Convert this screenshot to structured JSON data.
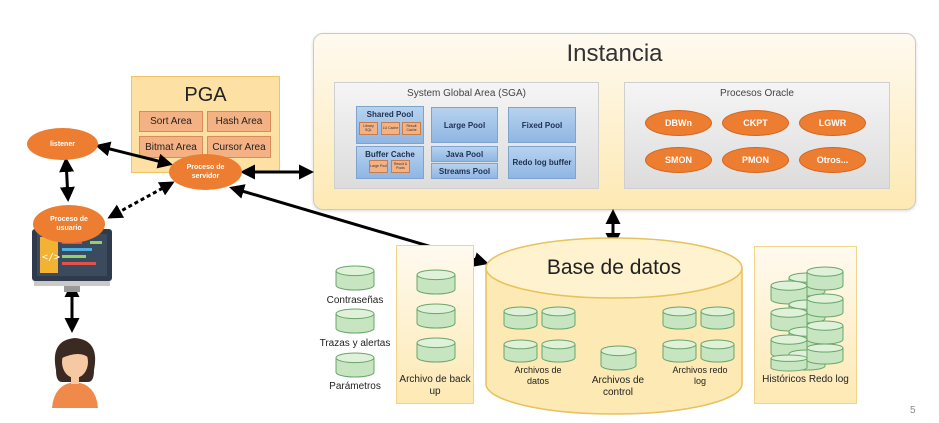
{
  "instancia": {
    "title": "Instancia"
  },
  "sga": {
    "title": "System Global Area (SGA)",
    "shared_pool": "Shared Pool",
    "shared_pool_sub": [
      "Library SQL",
      "LU Cache",
      "Result Cache"
    ],
    "buffer_cache": "Buffer Cache",
    "buffer_cache_sub": [
      "Large Pool",
      "Result & Pools"
    ],
    "large_pool": "Large Pool",
    "fixed_pool": "Fixed Pool",
    "java_pool": "Java Pool",
    "streams_pool": "Streams Pool",
    "redo_log_buffer": "Redo log buffer"
  },
  "procesos": {
    "title": "Procesos Oracle",
    "items": [
      "DBWn",
      "CKPT",
      "LGWR",
      "SMON",
      "PMON",
      "Otros..."
    ]
  },
  "pga": {
    "title": "PGA",
    "cells": [
      "Sort Area",
      "Hash Area",
      "Bitmat Area",
      "Cursor Area"
    ]
  },
  "nodes": {
    "listener": "listener",
    "proceso_servidor": "Proceso de servidor",
    "proceso_usuario": "Proceso de usuario"
  },
  "files": {
    "contrasenas": "Contraseñas",
    "trazas": "Trazas y alertas",
    "parametros": "Parámetros",
    "backup": "Archivo de back up",
    "base_datos": "Base de datos",
    "archivos_datos": "Archivos de datos",
    "archivos_control": "Archivos de control",
    "archivos_redo": "Archivos redo log",
    "historicos": "Históricos Redo log"
  },
  "colors": {
    "orange": "#ed7d31",
    "cylinder": "#c6e5c0",
    "cylinder_stroke": "#6aa56a",
    "panel": "#fde9b3"
  },
  "page_number": "5"
}
